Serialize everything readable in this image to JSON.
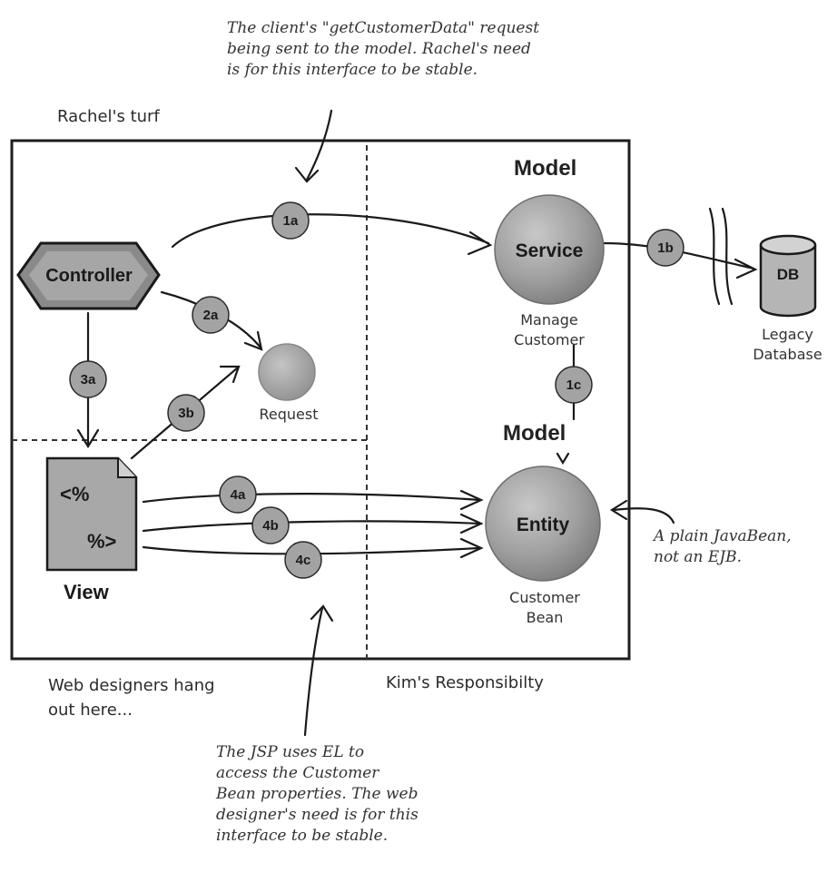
{
  "notes": {
    "top": [
      "The client's \"getCustomerData\" request",
      "being sent to the model. Rachel's need",
      "is for this interface to be stable."
    ],
    "bottom": [
      "The JSP uses EL to",
      "access the Customer",
      "Bean properties. The web",
      "designer's need is for this",
      "interface to be stable."
    ],
    "right": [
      "A plain JavaBean,",
      "not an EJB."
    ]
  },
  "regions": {
    "rachel": "Rachel's turf",
    "web_designers": [
      "Web designers hang",
      "out here..."
    ],
    "kim": "Kim's Responsibilty"
  },
  "nodes": {
    "controller": "Controller",
    "view": "View",
    "view_code_top": "<%",
    "view_code_bottom": "%>",
    "request": "Request",
    "model_top": "Model",
    "service": "Service",
    "service_caption": [
      "Manage",
      "Customer"
    ],
    "model_bottom": "Model",
    "entity": "Entity",
    "entity_caption": [
      "Customer",
      "Bean"
    ],
    "db": "DB",
    "db_caption": [
      "Legacy",
      "Database"
    ]
  },
  "steps": {
    "s1a": "1a",
    "s1b": "1b",
    "s1c": "1c",
    "s2a": "2a",
    "s3a": "3a",
    "s3b": "3b",
    "s4a": "4a",
    "s4b": "4b",
    "s4c": "4c"
  }
}
